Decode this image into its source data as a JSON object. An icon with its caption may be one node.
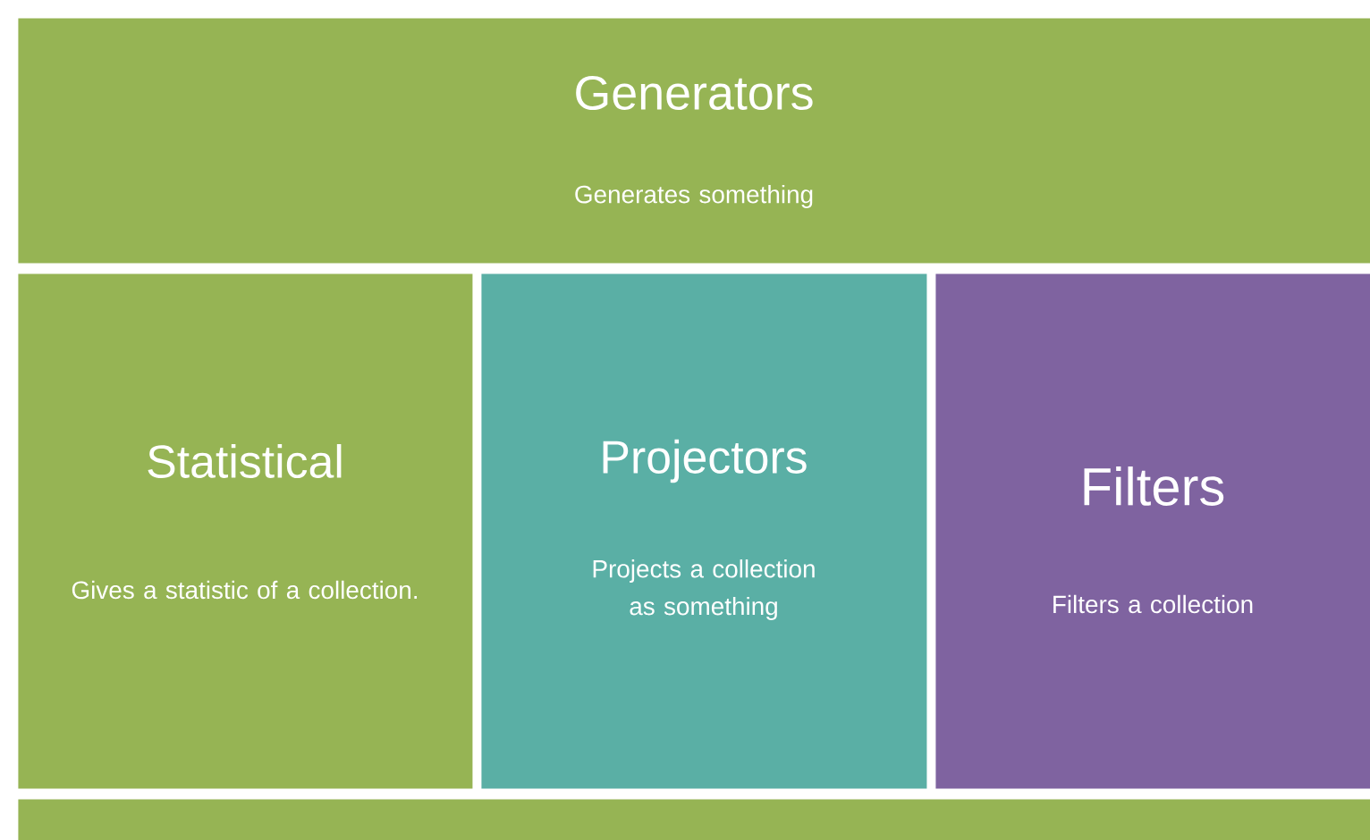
{
  "diagram": {
    "nodes": [
      {
        "text": [
          "Generators",
          "Generates something"
        ]
      },
      {
        "text": [
          "Statistical",
          "Gives a statistic of a collection."
        ]
      },
      {
        "text": [
          "Projectors",
          "Projects a collection as something"
        ]
      },
      {
        "text": [
          "Filters",
          "Filters a collection"
        ]
      },
      {
        "text": [],
        "shape": "bar"
      }
    ]
  }
}
